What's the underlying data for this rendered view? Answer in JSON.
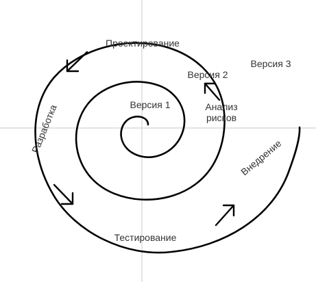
{
  "diagram": {
    "phases": {
      "design": "Проектирование",
      "development": "Разработка",
      "testing": "Тестирование",
      "deployment": "Внедрение",
      "risk_line1": "Анализ",
      "risk_line2": "рисков"
    },
    "versions": {
      "v1": "Версия 1",
      "v2": "Версия 2",
      "v3": "Версия 3"
    },
    "colors": {
      "spiral": "#000000",
      "axes": "#c8c8c8",
      "text": "#333333"
    }
  }
}
